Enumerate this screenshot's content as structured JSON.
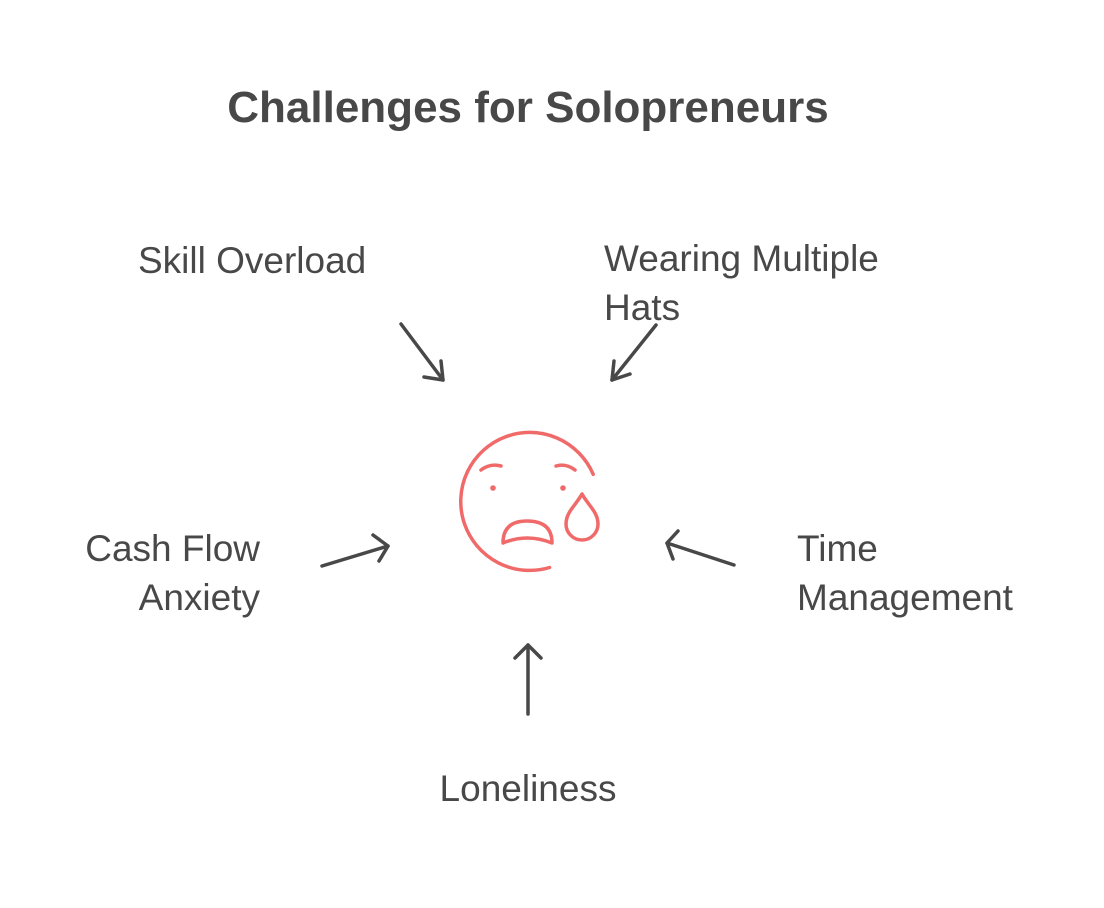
{
  "title": "Challenges for Solopreneurs",
  "center_icon": {
    "name": "sad-crying-face-icon",
    "color": "#f06a6a"
  },
  "challenges": [
    {
      "id": "skill-overload",
      "lines": [
        "Skill Overload"
      ]
    },
    {
      "id": "wearing-multiple-hats",
      "lines": [
        "Wearing Multiple",
        "Hats"
      ]
    },
    {
      "id": "cash-flow-anxiety",
      "lines": [
        "Cash Flow",
        "Anxiety"
      ]
    },
    {
      "id": "time-management",
      "lines": [
        "Time",
        "Management"
      ]
    },
    {
      "id": "loneliness",
      "lines": [
        "Loneliness"
      ]
    }
  ],
  "colors": {
    "text": "#484848",
    "arrow": "#484848",
    "accent": "#f06a6a",
    "background": "#ffffff"
  }
}
